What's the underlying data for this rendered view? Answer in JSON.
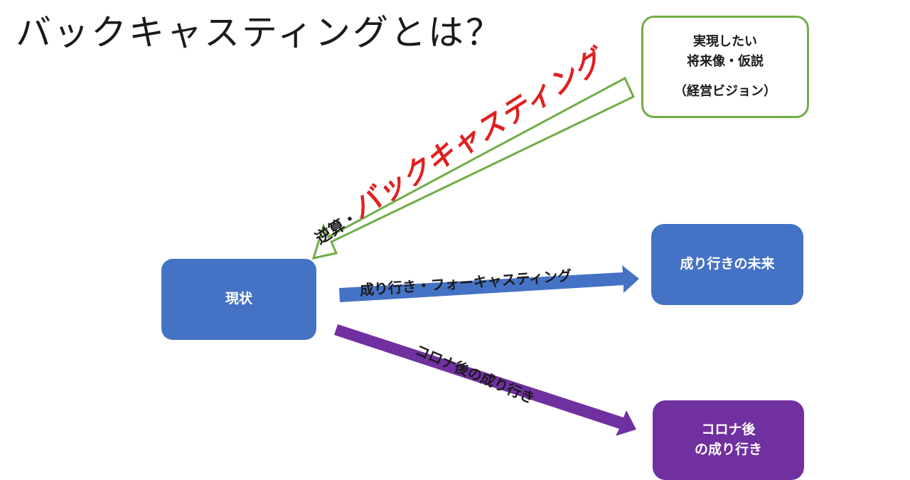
{
  "title": "バックキャスティングとは？",
  "nodes": {
    "vision": {
      "line1": "実現したい",
      "line2": "将来像・仮説",
      "line3": "（経営ビジョン）"
    },
    "current": {
      "label": "現状"
    },
    "future": {
      "label": "成り行きの未来"
    },
    "corona": {
      "line1": "コロナ後",
      "line2": "の成り行き"
    }
  },
  "edges": {
    "backcasting": {
      "prefix": "逆算・",
      "emphasis": "バックキャスティング"
    },
    "forecasting": {
      "label": "成り行き・フォーキャスティング"
    },
    "corona": {
      "label": "コロナ後の成り行き"
    }
  },
  "colors": {
    "green": "#70ad47",
    "blue": "#4472c4",
    "purple": "#7030a0",
    "red": "#e02020"
  }
}
